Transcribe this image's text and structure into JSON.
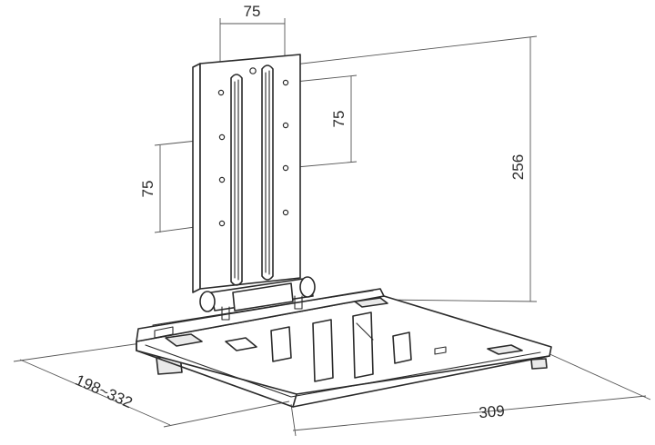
{
  "diagram": {
    "dimensions": {
      "vesa_horizontal": "75",
      "vesa_vertical_right": "75",
      "vesa_vertical_left": "75",
      "height": "256",
      "depth": "198~332",
      "width": "309"
    },
    "colors": {
      "line": "#2a2a2a",
      "dimension_line": "#555555",
      "background": "#ffffff"
    }
  }
}
